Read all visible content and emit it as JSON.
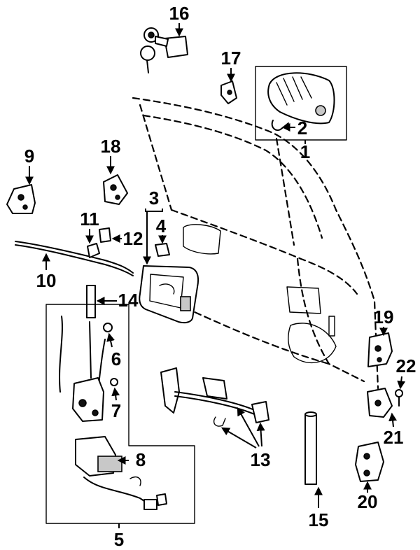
{
  "callouts": {
    "c1": "1",
    "c2": "2",
    "c3": "3",
    "c4": "4",
    "c5": "5",
    "c6": "6",
    "c7": "7",
    "c8": "8",
    "c9": "9",
    "c10": "10",
    "c11": "11",
    "c12": "12",
    "c13": "13",
    "c14": "14",
    "c15": "15",
    "c16": "16",
    "c17": "17",
    "c18": "18",
    "c19": "19",
    "c20": "20",
    "c21": "21",
    "c22": "22"
  },
  "colors": {
    "line": "#000000",
    "background": "#ffffff",
    "shade": "#c8c8c8"
  }
}
